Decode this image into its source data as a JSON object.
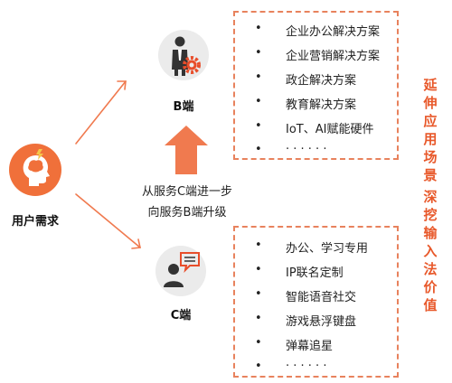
{
  "user_node": {
    "label": "用户需求"
  },
  "b_node": {
    "label": "B端"
  },
  "c_node": {
    "label": "C端"
  },
  "upgrade_caption": [
    "从服务C端进一步",
    "向服务B端升级"
  ],
  "b_solutions": [
    "企业办公解决方案",
    "企业营销解决方案",
    "政企解决方案",
    "教育解决方案",
    "IoT、AI赋能硬件",
    "· · · · · ·"
  ],
  "c_scenarios": [
    "办公、学习专用",
    "IP联名定制",
    "智能语音社交",
    "游戏悬浮键盘",
    "弹幕追星",
    "· · · · · ·"
  ],
  "side_text_top": "延伸应用场景",
  "side_text_bottom": "深挖输入法价值",
  "colors": {
    "accent": "#e8582a",
    "dashed_border": "#e8825d",
    "arrow": "#f07a4f",
    "icon_gray": "#ebebeb"
  }
}
